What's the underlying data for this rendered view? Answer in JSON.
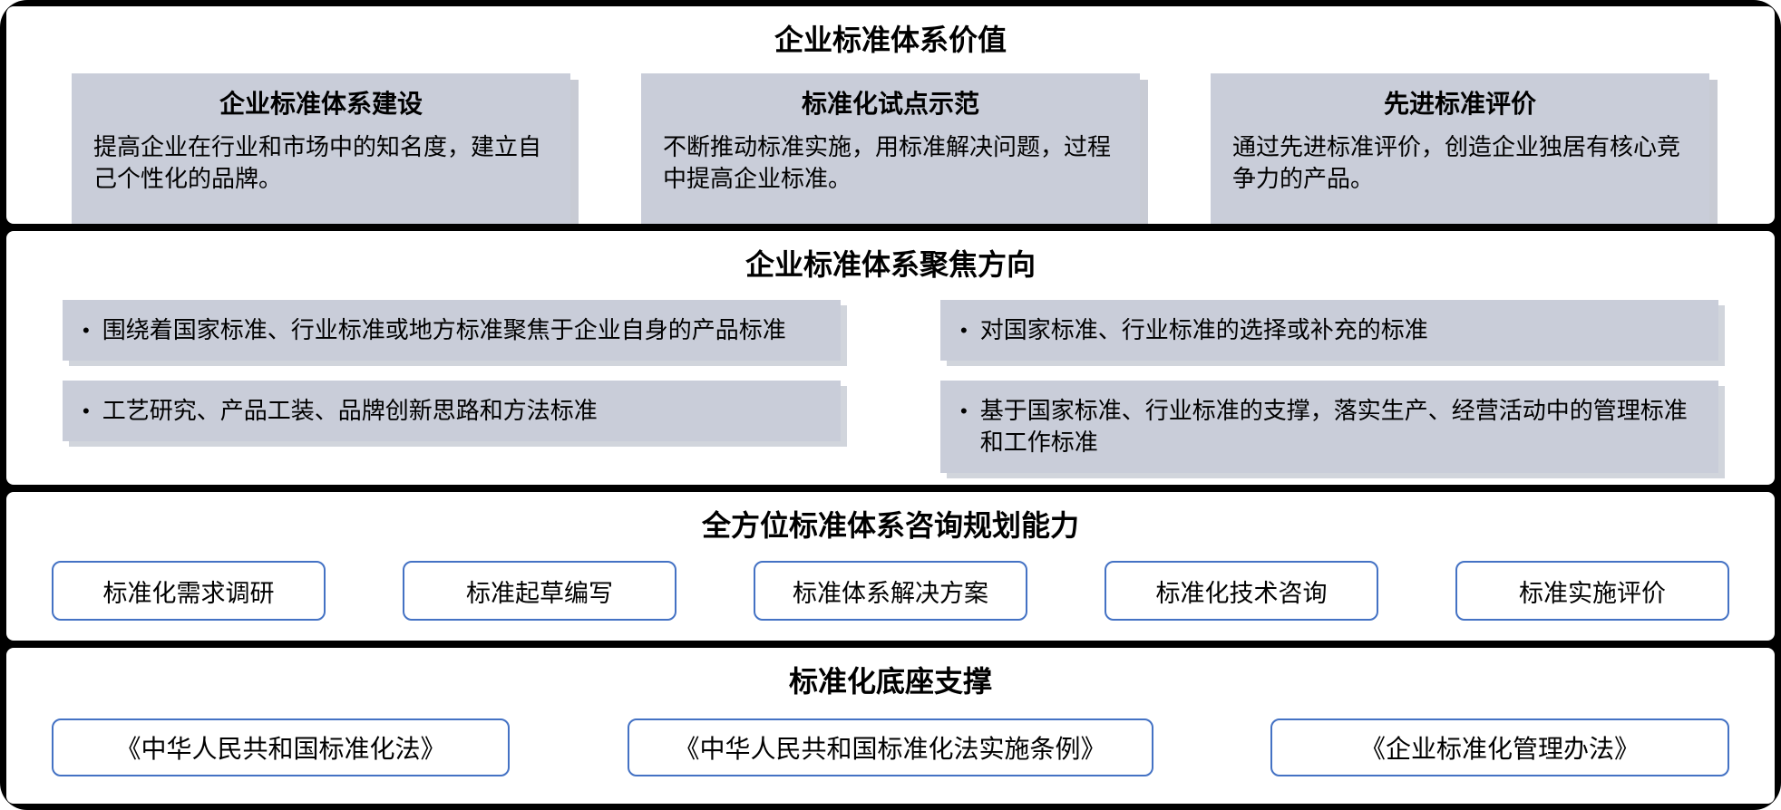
{
  "colors": {
    "canvas_bg": "#000000",
    "panel_bg": "#ffffff",
    "card_bg": "#c9cdd9",
    "card_shadow": "#9aa1b1",
    "pill_border": "#4472c4",
    "text_color": "#000000"
  },
  "sections": [
    {
      "title": "企业标准体系价值",
      "cards": [
        {
          "title": "企业标准体系建设",
          "body": "提高企业在行业和市场中的知名度，建立自己个性化的品牌。"
        },
        {
          "title": "标准化试点示范",
          "body": "不断推动标准实施，用标准解决问题，过程中提高企业标准。"
        },
        {
          "title": "先进标准评价",
          "body": "通过先进标准评价，创造企业独居有核心竞争力的产品。"
        }
      ]
    },
    {
      "title": "企业标准体系聚焦方向",
      "bullet_glyph": "•",
      "bullets": [
        "围绕着国家标准、行业标准或地方标准聚焦于企业自身的产品标准",
        "对国家标准、行业标准的选择或补充的标准",
        "工艺研究、产品工装、品牌创新思路和方法标准",
        "基于国家标准、行业标准的支撑，落实生产、经营活动中的管理标准和工作标准"
      ]
    },
    {
      "title": "全方位标准体系咨询规划能力",
      "pills": [
        "标准化需求调研",
        "标准起草编写",
        "标准体系解决方案",
        "标准化技术咨询",
        "标准实施评价"
      ]
    },
    {
      "title": "标准化底座支撑",
      "pills": [
        "《中华人民共和国标准化法》",
        "《中华人民共和国标准化法实施条例》",
        "《企业标准化管理办法》"
      ]
    }
  ]
}
